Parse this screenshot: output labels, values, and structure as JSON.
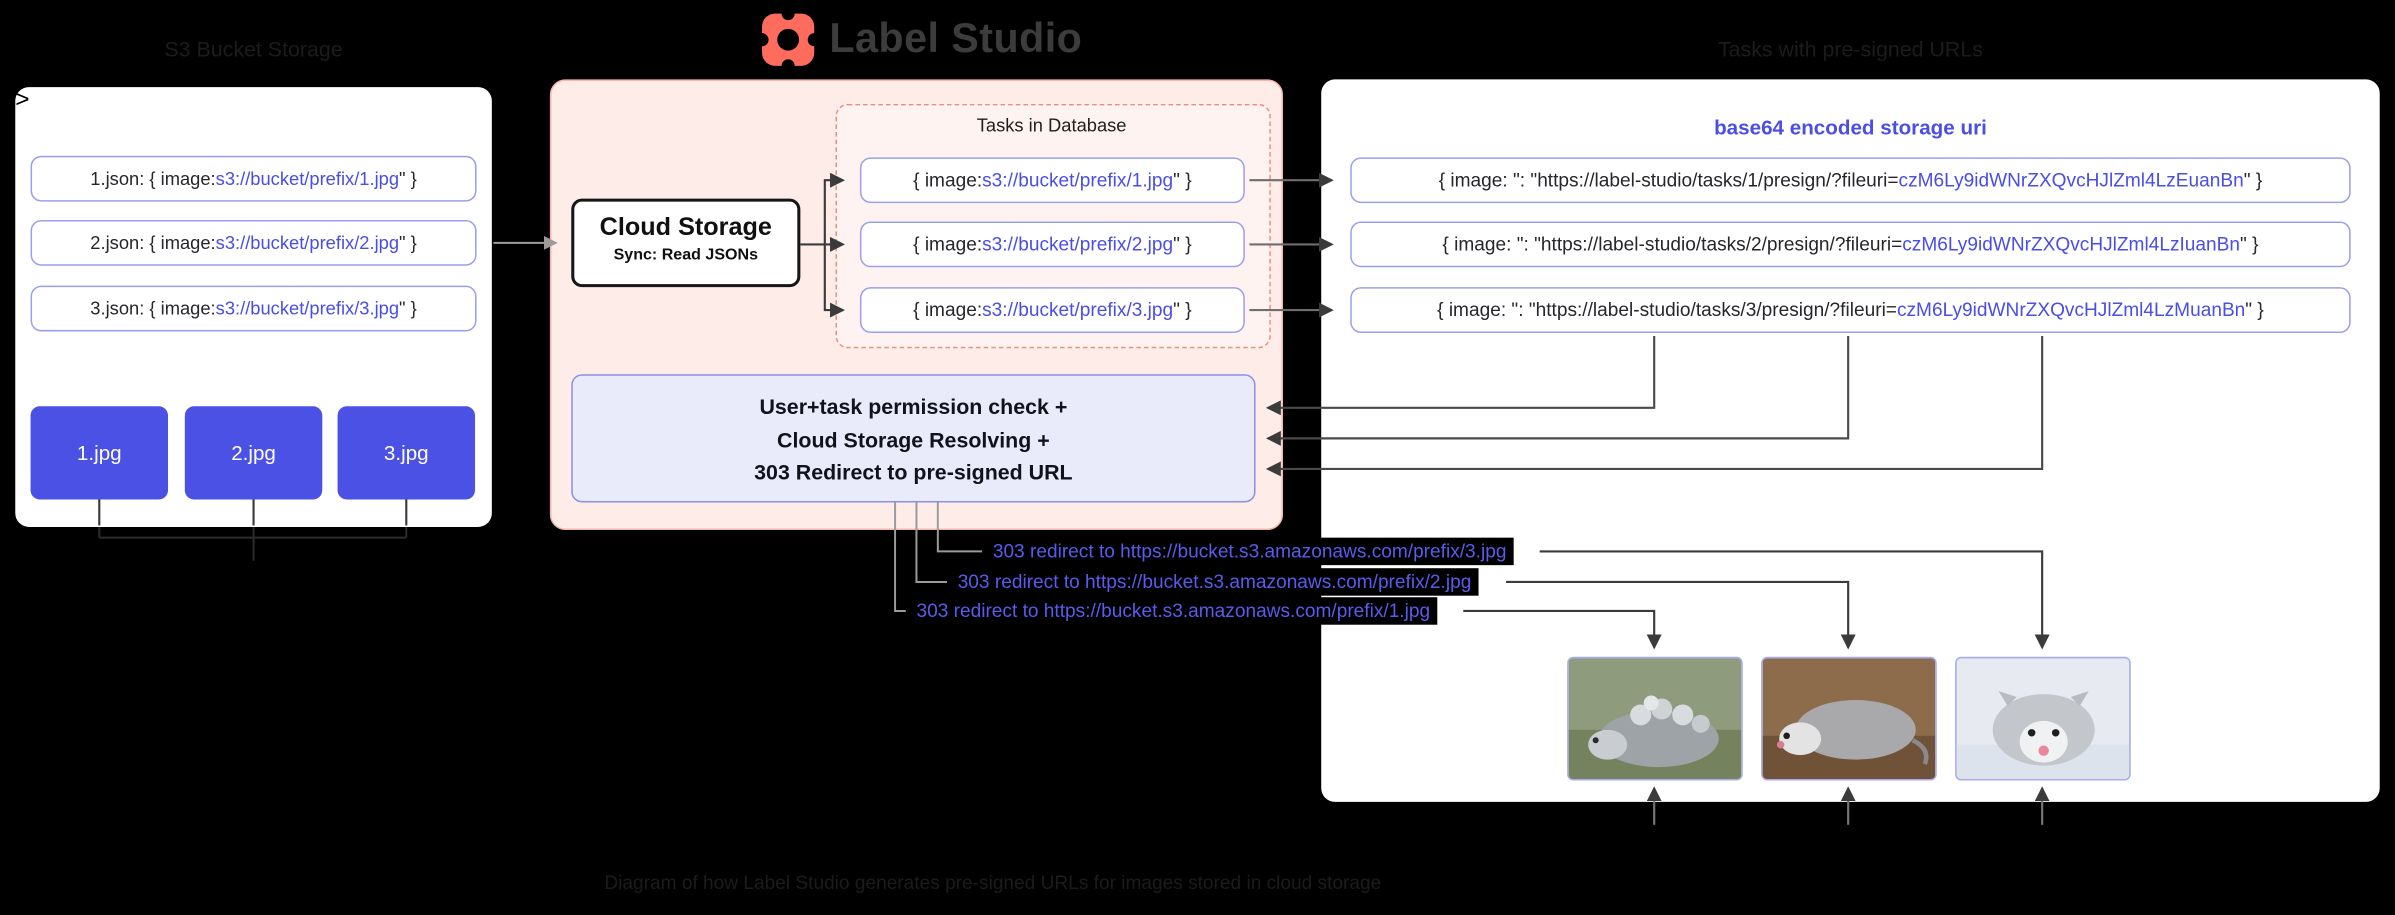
{
  "app": {
    "logo_text": "Label Studio"
  },
  "left_panel": {
    "title": "S3 Bucket Storage",
    "json_files": [
      {
        "prefix": "1.json: { image: ",
        "uri": "s3://bucket/prefix/1.jpg",
        "suffix": "\" }"
      },
      {
        "prefix": "2.json: { image: ",
        "uri": "s3://bucket/prefix/2.jpg",
        "suffix": "\" }"
      },
      {
        "prefix": "3.json: { image: ",
        "uri": "s3://bucket/prefix/3.jpg",
        "suffix": "\" }"
      }
    ],
    "files": [
      "1.jpg",
      "2.jpg",
      "3.jpg"
    ]
  },
  "middle_panel": {
    "cloud_storage_title": "Cloud Storage",
    "cloud_storage_subtitle": "Sync: Read JSONs",
    "tasks_db_title": "Tasks in Database",
    "tasks": [
      {
        "prefix": "{ image: ",
        "uri": "s3://bucket/prefix/1.jpg",
        "suffix": "\" }"
      },
      {
        "prefix": "{ image: ",
        "uri": "s3://bucket/prefix/2.jpg",
        "suffix": "\" }"
      },
      {
        "prefix": "{ image: ",
        "uri": "s3://bucket/prefix/3.jpg",
        "suffix": "\" }"
      }
    ],
    "permission_lines": [
      "User+task permission check +",
      "Cloud Storage Resolving +",
      "303 Redirect to pre-signed URL"
    ]
  },
  "right_panel": {
    "title": "Tasks with pre-signed URLs",
    "header": "base64 encoded storage uri",
    "tasks": [
      {
        "prefix": "{ image: \": \"https://label-studio/tasks/1/presign/?fileuri=",
        "uri": "czM6Ly9idWNrZXQvcHJlZml4LzEuanBn",
        "suffix": "\" }"
      },
      {
        "prefix": "{ image: \": \"https://label-studio/tasks/2/presign/?fileuri=",
        "uri": "czM6Ly9idWNrZXQvcHJlZml4LzIuanBn",
        "suffix": "\" }"
      },
      {
        "prefix": "{ image: \": \"https://label-studio/tasks/3/presign/?fileuri=",
        "uri": "czM6Ly9idWNrZXQvcHJlZml4LzMuanBn",
        "suffix": "\" }"
      }
    ],
    "images": [
      "opossum-photo-1",
      "opossum-photo-2",
      "opossum-photo-3"
    ]
  },
  "redirect_labels": [
    "303 redirect to https://bucket.s3.amazonaws.com/prefix/3.jpg",
    "303 redirect to https://bucket.s3.amazonaws.com/prefix/2.jpg",
    "303 redirect to https://bucket.s3.amazonaws.com/prefix/1.jpg"
  ],
  "caption": "Diagram of how Label Studio generates pre-signed URLs for images stored in cloud storage",
  "colors": {
    "accent_indigo": "#4a4de6",
    "brand_coral": "#ff6b5c",
    "panel_pink": "#fdece7",
    "box_border_indigo": "#9aa0ee",
    "square_fill": "#4a51e4"
  }
}
